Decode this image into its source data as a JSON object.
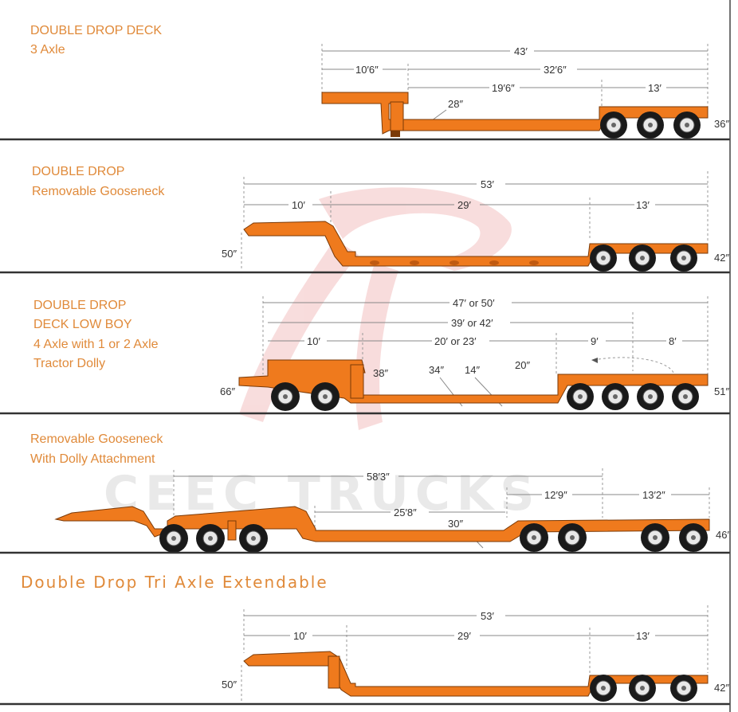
{
  "watermark": {
    "text": "CEEC TRUCKS",
    "accent": "#f2b6b6"
  },
  "colors": {
    "trailer": "#ef7a1d",
    "title": "#e08a3a",
    "ground": "#333333"
  },
  "sections": [
    {
      "title_lines": [
        "DOUBLE DROP DECK",
        "3 Axle"
      ],
      "dims": {
        "overall": "43′",
        "front": "10′6″",
        "rear": "32′6″",
        "well": "19′6″",
        "axle": "13′",
        "deck": "28″",
        "height": "36″"
      }
    },
    {
      "title_lines": [
        "DOUBLE DROP",
        "Removable Gooseneck"
      ],
      "dims": {
        "overall": "53′",
        "front": "10′",
        "well": "29′",
        "axle": "13′",
        "neck": "50″",
        "height": "42″"
      }
    },
    {
      "title_lines": [
        "DOUBLE DROP",
        "DECK LOW BOY",
        "4 Axle with 1 or 2 Axle",
        "Tractor Dolly"
      ],
      "dims": {
        "overall": "47′ or 50′",
        "mid": "39′ or 42′",
        "front": "10′",
        "well": "20′ or 23′",
        "axle_a": "9′",
        "axle_b": "8′",
        "neck": "66″",
        "drop": "38″",
        "deck_a": "34″",
        "deck_b": "14″",
        "rear_deck": "20″",
        "height": "51″"
      }
    },
    {
      "title_lines": [
        "Removable Gooseneck",
        "With Dolly Attachment"
      ],
      "dims": {
        "overall": "58′3″",
        "well": "25′8″",
        "axle_a": "12′9″",
        "axle_b": "13′2″",
        "deck": "30″",
        "height": "46″"
      }
    },
    {
      "title_lines": [
        "Double Drop Tri Axle Extendable"
      ],
      "dims": {
        "overall": "53′",
        "front": "10′",
        "well": "29′",
        "axle": "13′",
        "neck": "50″",
        "height": "42″"
      }
    }
  ]
}
